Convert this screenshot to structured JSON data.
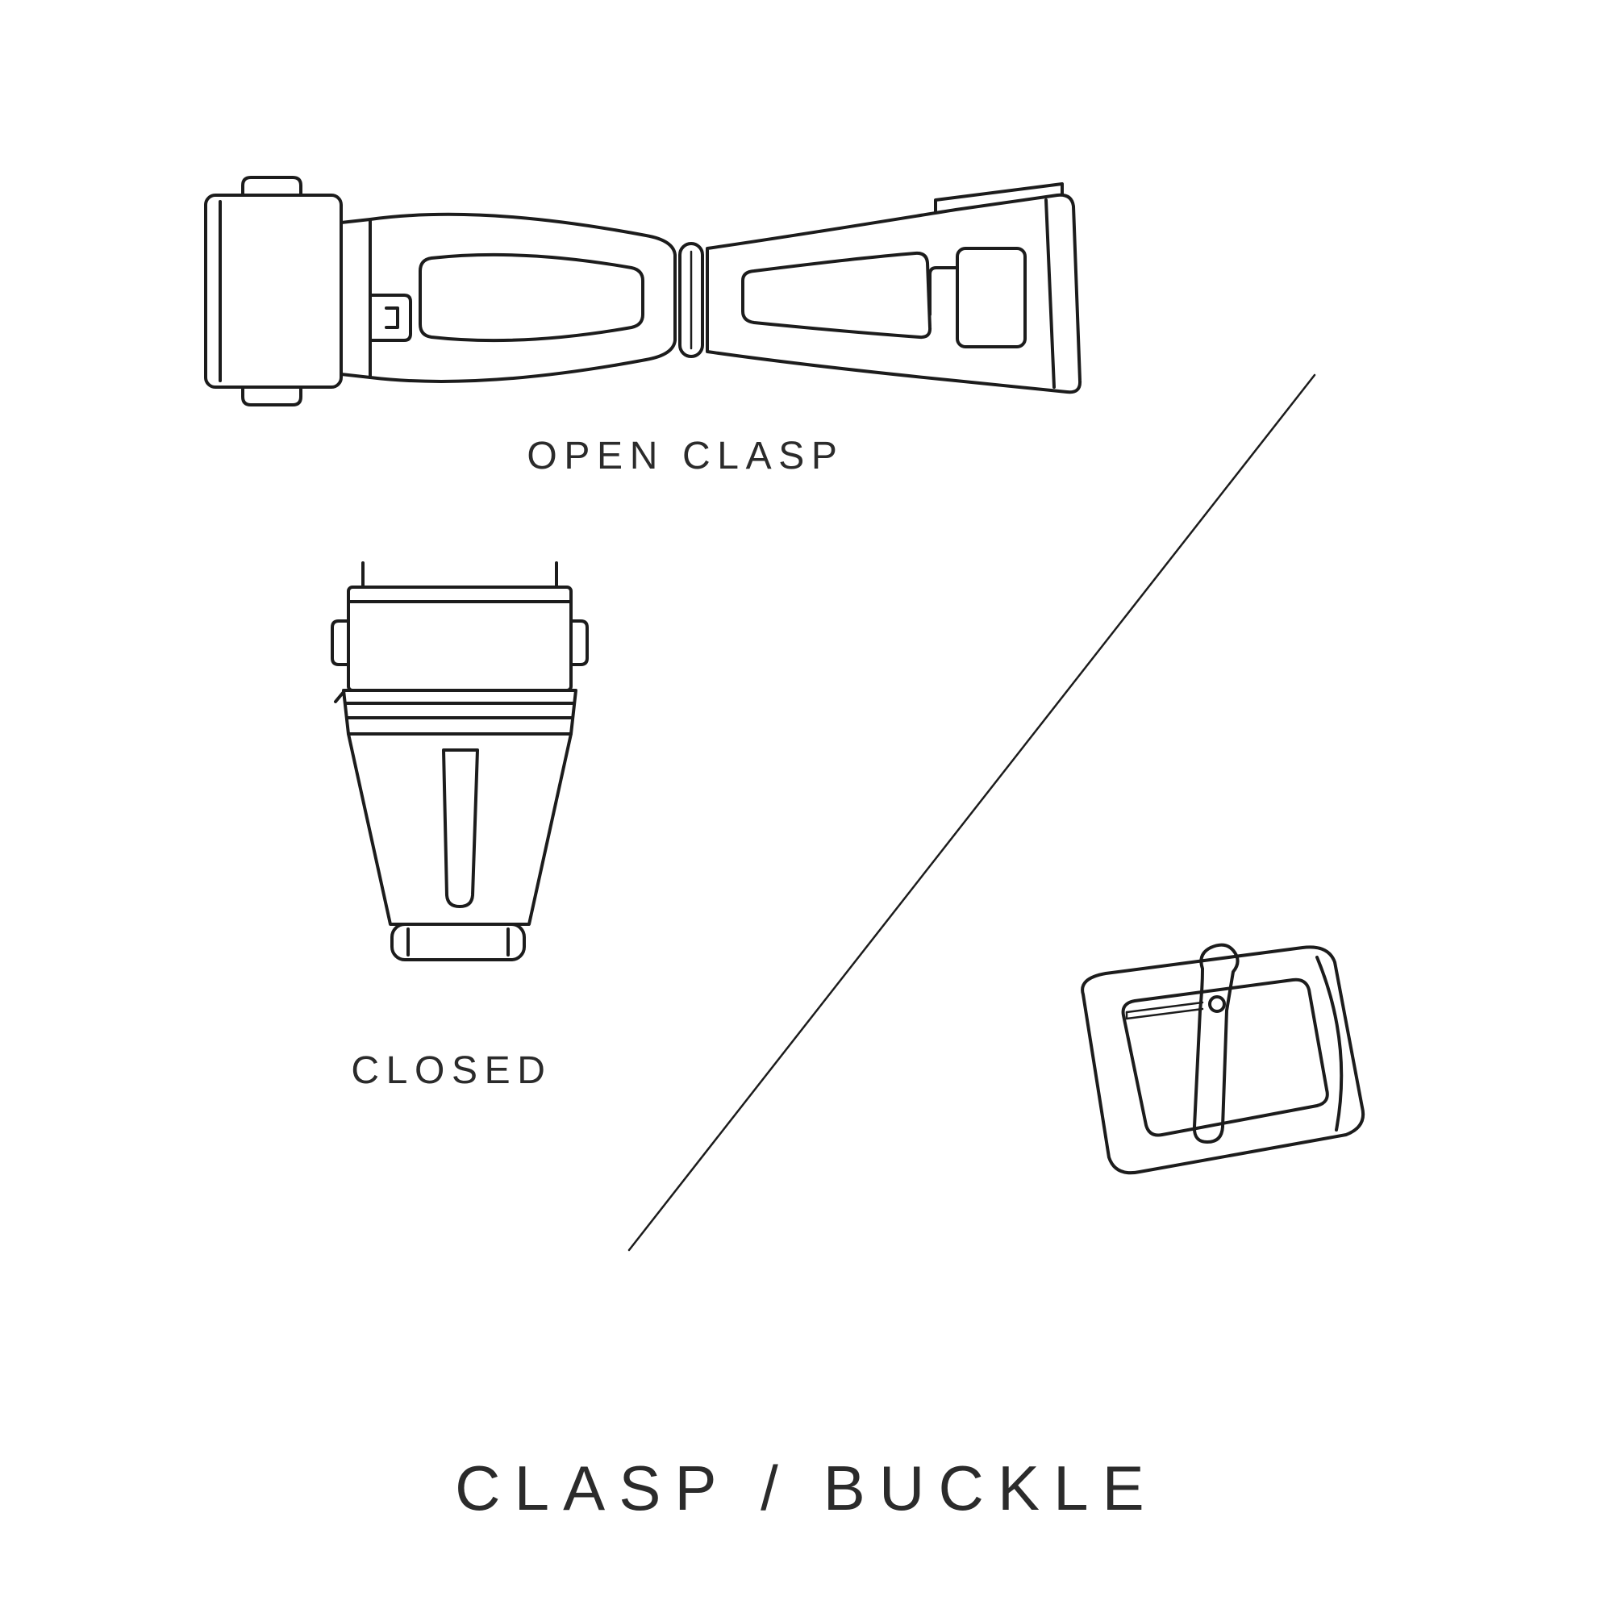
{
  "page": {
    "background_color": "#ffffff",
    "stroke_color": "#1c1c1c",
    "text_color": "#2b2b2b",
    "title": "CLASP / BUCKLE"
  },
  "figures": {
    "open_clasp": {
      "label": "OPEN CLASP"
    },
    "closed_clasp": {
      "label": "CLOSED"
    }
  }
}
